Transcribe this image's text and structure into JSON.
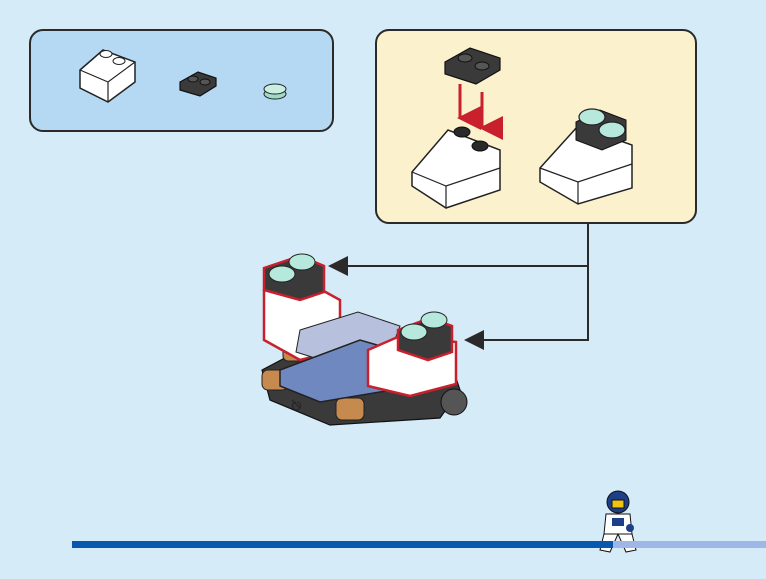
{
  "instruction": {
    "parts_list": {
      "items": [
        {
          "part": "white-slope-brick-2x2",
          "quantity": 1
        },
        {
          "part": "black-plate-1x2-rounded",
          "quantity": 1
        },
        {
          "part": "trans-light-blue-round-tile-1x1",
          "quantity": 1
        }
      ]
    },
    "sub_assembly": {
      "steps": [
        "attach-black-plate-on-slope-studs",
        "result-slope-with-twin-lights"
      ]
    },
    "main_model": {
      "callout_arrows": 2
    }
  },
  "progress": {
    "fraction": 0.78
  },
  "colors": {
    "background": "#d6ebf8",
    "parts_panel": "#b5d8f3",
    "sub_panel": "#fcf1cd",
    "highlight_outline": "#c8202c",
    "arrow": "#2a2a2a",
    "progress_done": "#0a57b0",
    "progress_remaining": "#9fb7e6"
  }
}
